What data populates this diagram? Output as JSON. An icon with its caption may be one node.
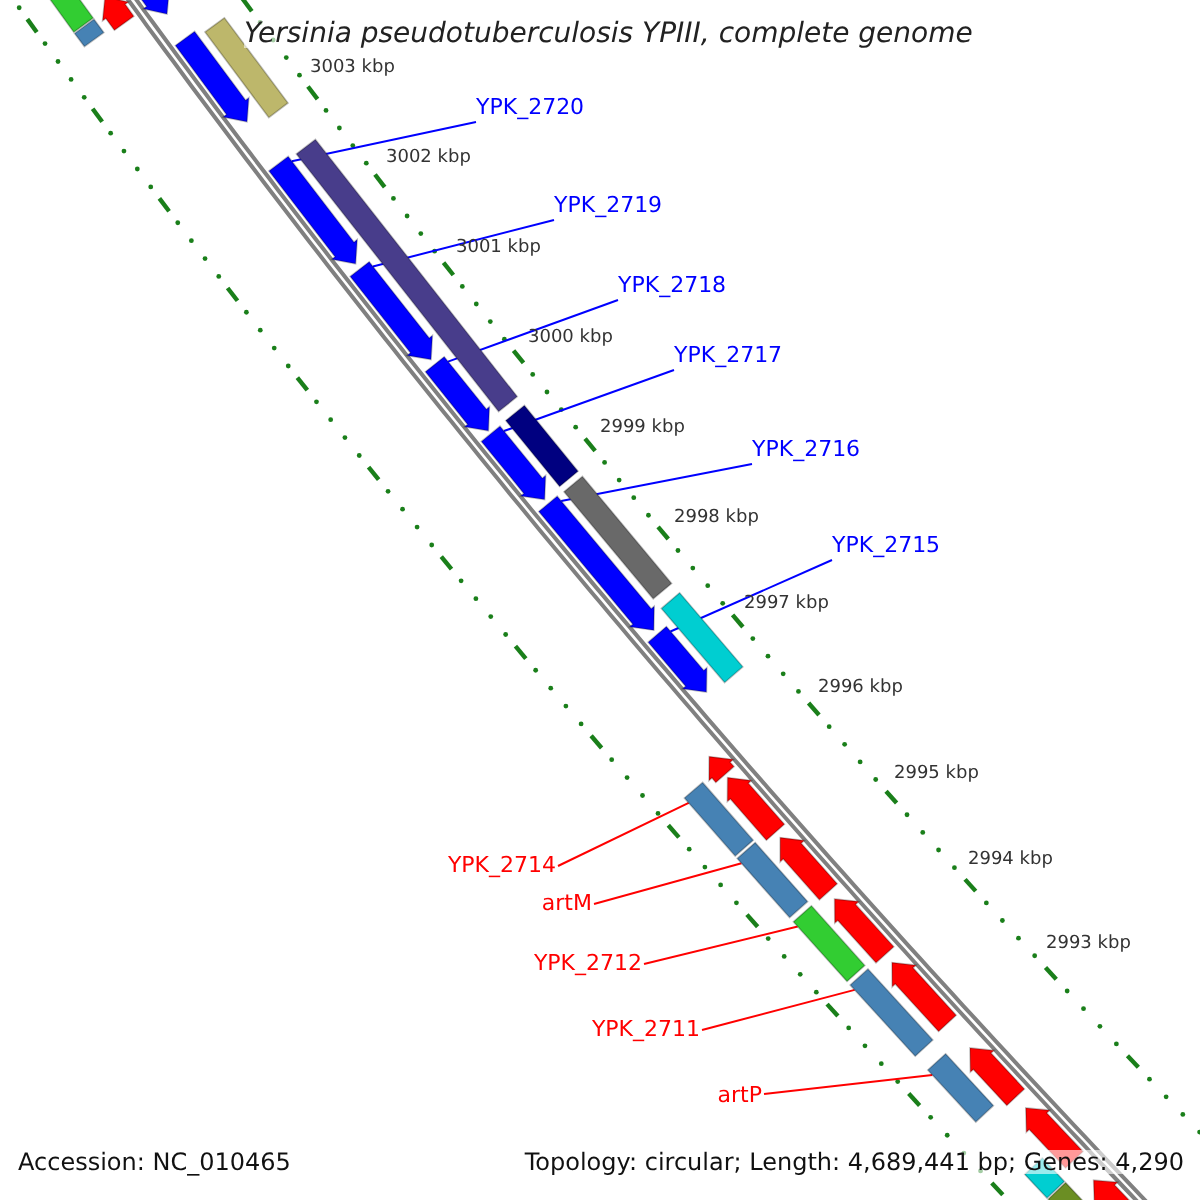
{
  "diagram": {
    "title": "Yersinia pseudotuberculosis YPIII, complete genome",
    "nodes": [
      {
        "text": [
          "YPK_2720"
        ]
      },
      {
        "text": [
          "YPK_2719"
        ]
      },
      {
        "text": [
          "YPK_2718"
        ]
      },
      {
        "text": [
          "YPK_2717"
        ]
      },
      {
        "text": [
          "YPK_2716"
        ]
      },
      {
        "text": [
          "YPK_2715"
        ]
      },
      {
        "text": [
          "YPK_2714"
        ]
      },
      {
        "text": [
          "artM"
        ]
      },
      {
        "text": [
          "YPK_2712"
        ]
      },
      {
        "text": [
          "YPK_2711"
        ]
      },
      {
        "text": [
          "artP"
        ]
      },
      {
        "text": [],
        "shape": "arrow"
      },
      {
        "text": [],
        "shape": "arrow"
      },
      {
        "text": [],
        "shape": "arrow"
      },
      {
        "text": [],
        "shape": "arrow"
      },
      {
        "text": [],
        "shape": "arrow"
      },
      {
        "text": [],
        "shape": "arrow"
      },
      {
        "text": [],
        "shape": "arrow"
      },
      {
        "text": [],
        "shape": "arrow"
      },
      {
        "text": [],
        "shape": "bar"
      },
      {
        "text": [],
        "shape": "bar"
      },
      {
        "text": [],
        "shape": "bar"
      },
      {
        "text": [],
        "shape": "bar"
      },
      {
        "text": [],
        "shape": "bar"
      },
      {
        "text": [],
        "shape": "arrow"
      },
      {
        "text": [],
        "shape": "arrow"
      },
      {
        "text": [],
        "shape": "arrow"
      },
      {
        "text": [],
        "shape": "arrow"
      },
      {
        "text": [],
        "shape": "arrow"
      },
      {
        "text": [],
        "shape": "arrow"
      },
      {
        "text": [],
        "shape": "arrow"
      },
      {
        "text": [],
        "shape": "arrow"
      },
      {
        "text": [],
        "shape": "arrow"
      },
      {
        "text": [],
        "shape": "bar"
      },
      {
        "text": [],
        "shape": "bar"
      },
      {
        "text": [],
        "shape": "bar"
      },
      {
        "text": [],
        "shape": "bar"
      },
      {
        "text": [],
        "shape": "bar"
      },
      {
        "text": [],
        "shape": "bar"
      },
      {
        "text": [],
        "shape": "bar"
      },
      {
        "text": [],
        "shape": "bar"
      },
      {
        "text": [],
        "shape": "bar"
      }
    ],
    "edges": [
      {
        "from": 0,
        "to": 13,
        "arrow": "none"
      },
      {
        "from": 1,
        "to": 14,
        "arrow": "none"
      },
      {
        "from": 2,
        "to": 15,
        "arrow": "none"
      },
      {
        "from": 3,
        "to": 16,
        "arrow": "none"
      },
      {
        "from": 4,
        "to": 17,
        "arrow": "none"
      },
      {
        "from": 5,
        "to": 18,
        "arrow": "none"
      },
      {
        "from": 6,
        "to": 33,
        "arrow": "none",
        "color": "#ff0000"
      },
      {
        "from": 7,
        "to": 34,
        "arrow": "none",
        "color": "#ff0000"
      },
      {
        "from": 8,
        "to": 35,
        "arrow": "none",
        "color": "#ff0000"
      },
      {
        "from": 9,
        "to": 36,
        "arrow": "none",
        "color": "#ff0000"
      },
      {
        "from": 10,
        "to": 37,
        "arrow": "none",
        "color": "#ff0000"
      }
    ],
    "labels": [
      "3003 kbp",
      "3002 kbp",
      "3001 kbp",
      "3000 kbp",
      "2999 kbp",
      "2998 kbp",
      "2997 kbp",
      "2996 kbp",
      "2995 kbp",
      "2994 kbp",
      "2993 kbp",
      "Accession: NC_010465",
      "Topology: circular; Length: 4,689,441 bp; Genes: 4,290"
    ]
  }
}
